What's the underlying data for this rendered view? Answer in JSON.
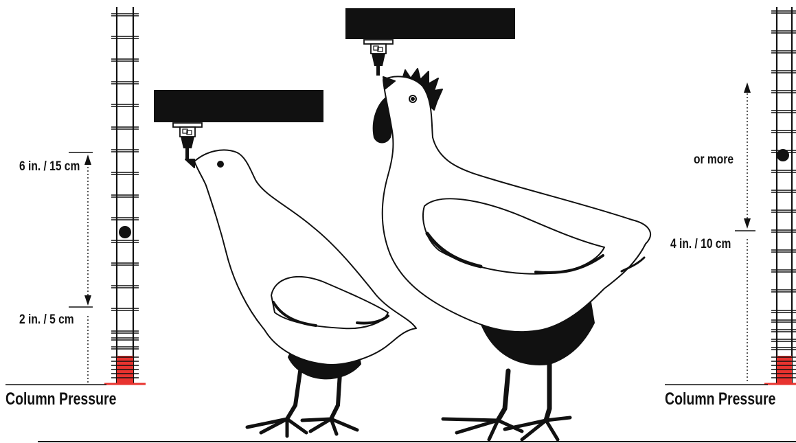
{
  "left_column": {
    "upper_marker": "6 in. / 15 cm",
    "lower_marker": "2 in. / 5 cm",
    "caption": "Column Pressure"
  },
  "right_column": {
    "range_note": "or more",
    "lower_marker": "4 in. / 10 cm",
    "caption": "Column Pressure"
  },
  "colors": {
    "ink": "#111111",
    "pressure_red": "#e8332f",
    "background": "#ffffff"
  }
}
